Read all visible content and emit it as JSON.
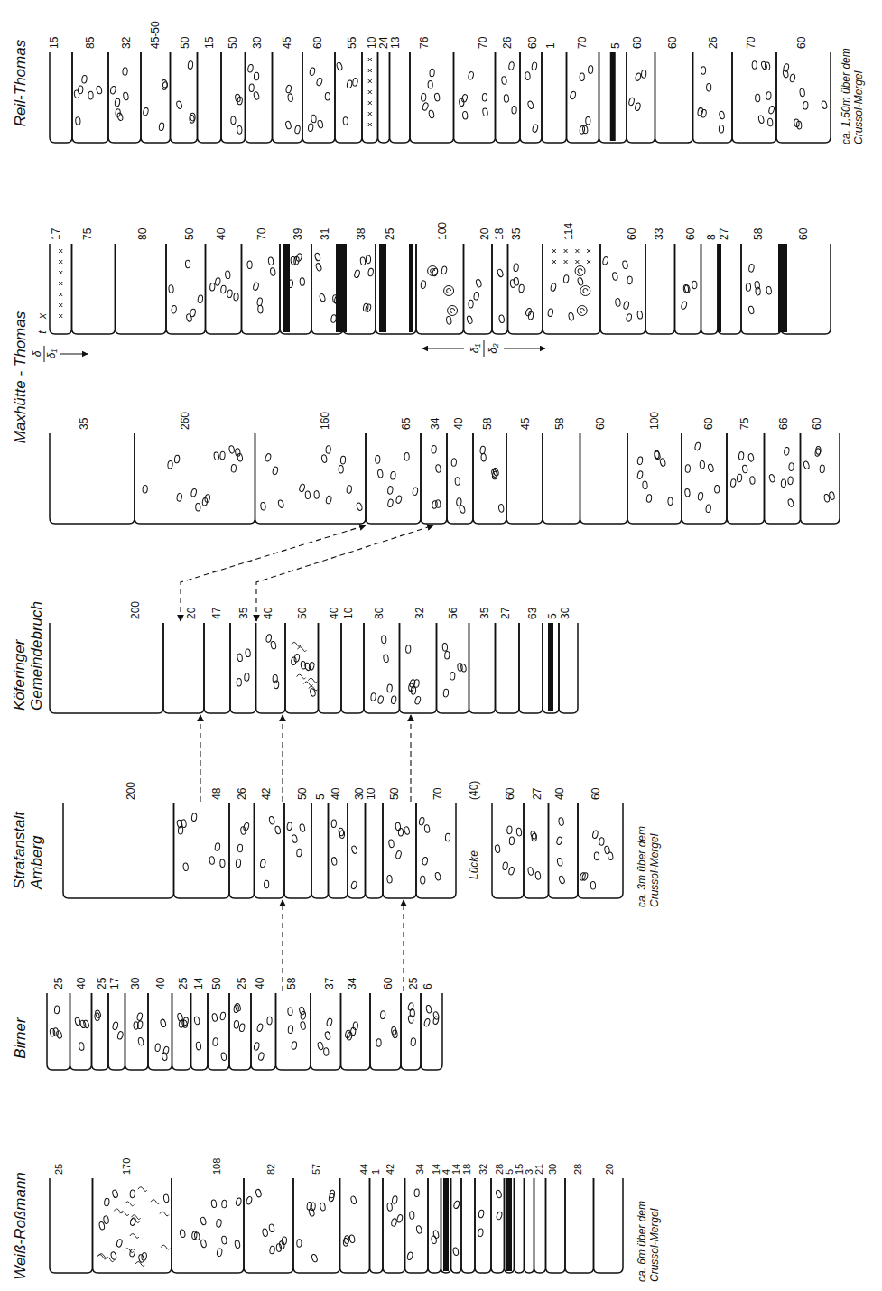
{
  "diagram": {
    "nodes": [
      {
        "text": [
          "Reil-Thomas"
        ]
      },
      {
        "text": [
          "Maxhütte - Thomas"
        ]
      },
      {
        "text": [
          "Köferinger Gemeindebruch"
        ]
      },
      {
        "text": [
          "Strafanstalt Amberg"
        ]
      },
      {
        "text": [
          "Birner"
        ]
      },
      {
        "text": [
          "Weiß-Roßmann"
        ]
      }
    ],
    "edges": [
      {
        "from": 3,
        "to": 2,
        "arrow": "to"
      },
      {
        "from": 3,
        "to": 2,
        "arrow": "to"
      },
      {
        "from": 3,
        "to": 2,
        "arrow": "to"
      },
      {
        "from": 4,
        "to": 3,
        "arrow": "to"
      },
      {
        "from": 4,
        "to": 3,
        "arrow": "to"
      },
      {
        "from": 2,
        "to": 1,
        "arrow": "both"
      },
      {
        "from": 2,
        "to": 1,
        "arrow": "both"
      }
    ],
    "labels": [
      "15",
      "85",
      "32",
      "45-50",
      "50",
      "15",
      "50",
      "30",
      "45",
      "60",
      "55",
      "10",
      "24",
      "13",
      "76",
      "70",
      "26",
      "60",
      "1",
      "70",
      "5",
      "60",
      "60",
      "26",
      "70",
      "60",
      "ca. 1,50m über dem Crussol-Mergel",
      "17",
      "75",
      "80",
      "50",
      "40",
      "70",
      "39",
      "31",
      "38",
      "25",
      "100",
      "20",
      "18",
      "35",
      "114",
      "60",
      "33",
      "60",
      "8",
      "27",
      "58",
      "60",
      "x",
      "t",
      "δ",
      "δ₁",
      "δ₁",
      "δ₂",
      "35",
      "260",
      "160",
      "65",
      "34",
      "40",
      "58",
      "45",
      "58",
      "60",
      "100",
      "60",
      "75",
      "66",
      "60",
      "200",
      "20",
      "47",
      "35",
      "40",
      "50",
      "40",
      "10",
      "80",
      "32",
      "56",
      "35",
      "27",
      "63",
      "5",
      "30",
      "200",
      "48",
      "26",
      "42",
      "50",
      "5",
      "40",
      "30",
      "10",
      "50",
      "70",
      "(40)",
      "60",
      "27",
      "40",
      "60",
      "Lücke",
      "ca. 3m über dem Crussol-Mergel",
      "25",
      "40",
      "25",
      "17",
      "30",
      "40",
      "25",
      "14",
      "50",
      "25",
      "40",
      "58",
      "37",
      "34",
      "60",
      "25",
      "6",
      "25",
      "170",
      "108",
      "82",
      "57",
      "44",
      "1",
      "42",
      "34",
      "14",
      "4",
      "14",
      "18",
      "32",
      "28",
      "5",
      "15",
      "3",
      "21",
      "30",
      "28",
      "20",
      "ca. 6m über dem Crussol-Mergel"
    ]
  }
}
